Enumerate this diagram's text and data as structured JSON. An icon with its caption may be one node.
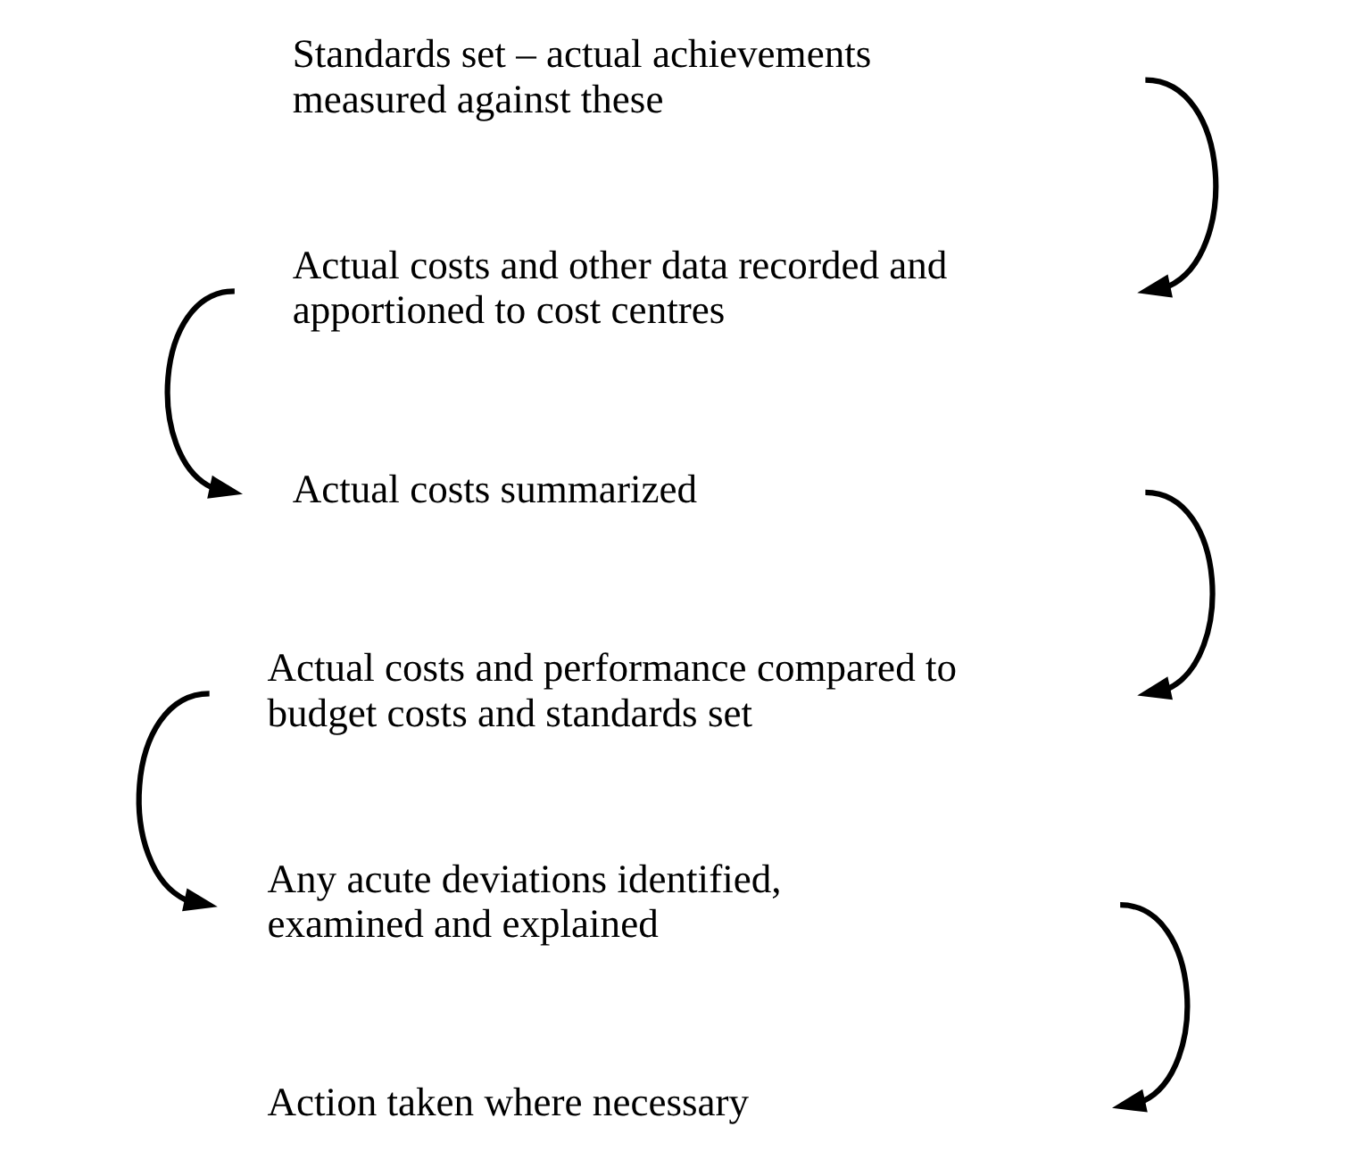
{
  "diagram": {
    "nodes": [
      {
        "text": [
          "Standards set – actual achievements measured against these"
        ]
      },
      {
        "text": [
          "Actual costs and other data recorded and apportioned to cost centres"
        ]
      },
      {
        "text": [
          "Actual costs summarized"
        ]
      },
      {
        "text": [
          "Actual costs and performance compared to budget costs and standards set"
        ]
      },
      {
        "text": [
          "Any acute deviations identified, examined and explained"
        ]
      },
      {
        "text": [
          "Action taken where necessary"
        ]
      }
    ],
    "edges": [
      {
        "from": 0,
        "to": 1,
        "arrow": "to"
      },
      {
        "from": 1,
        "to": 2,
        "arrow": "to"
      },
      {
        "from": 2,
        "to": 3,
        "arrow": "to"
      },
      {
        "from": 3,
        "to": 4,
        "arrow": "to"
      },
      {
        "from": 4,
        "to": 5,
        "arrow": "to"
      }
    ]
  }
}
